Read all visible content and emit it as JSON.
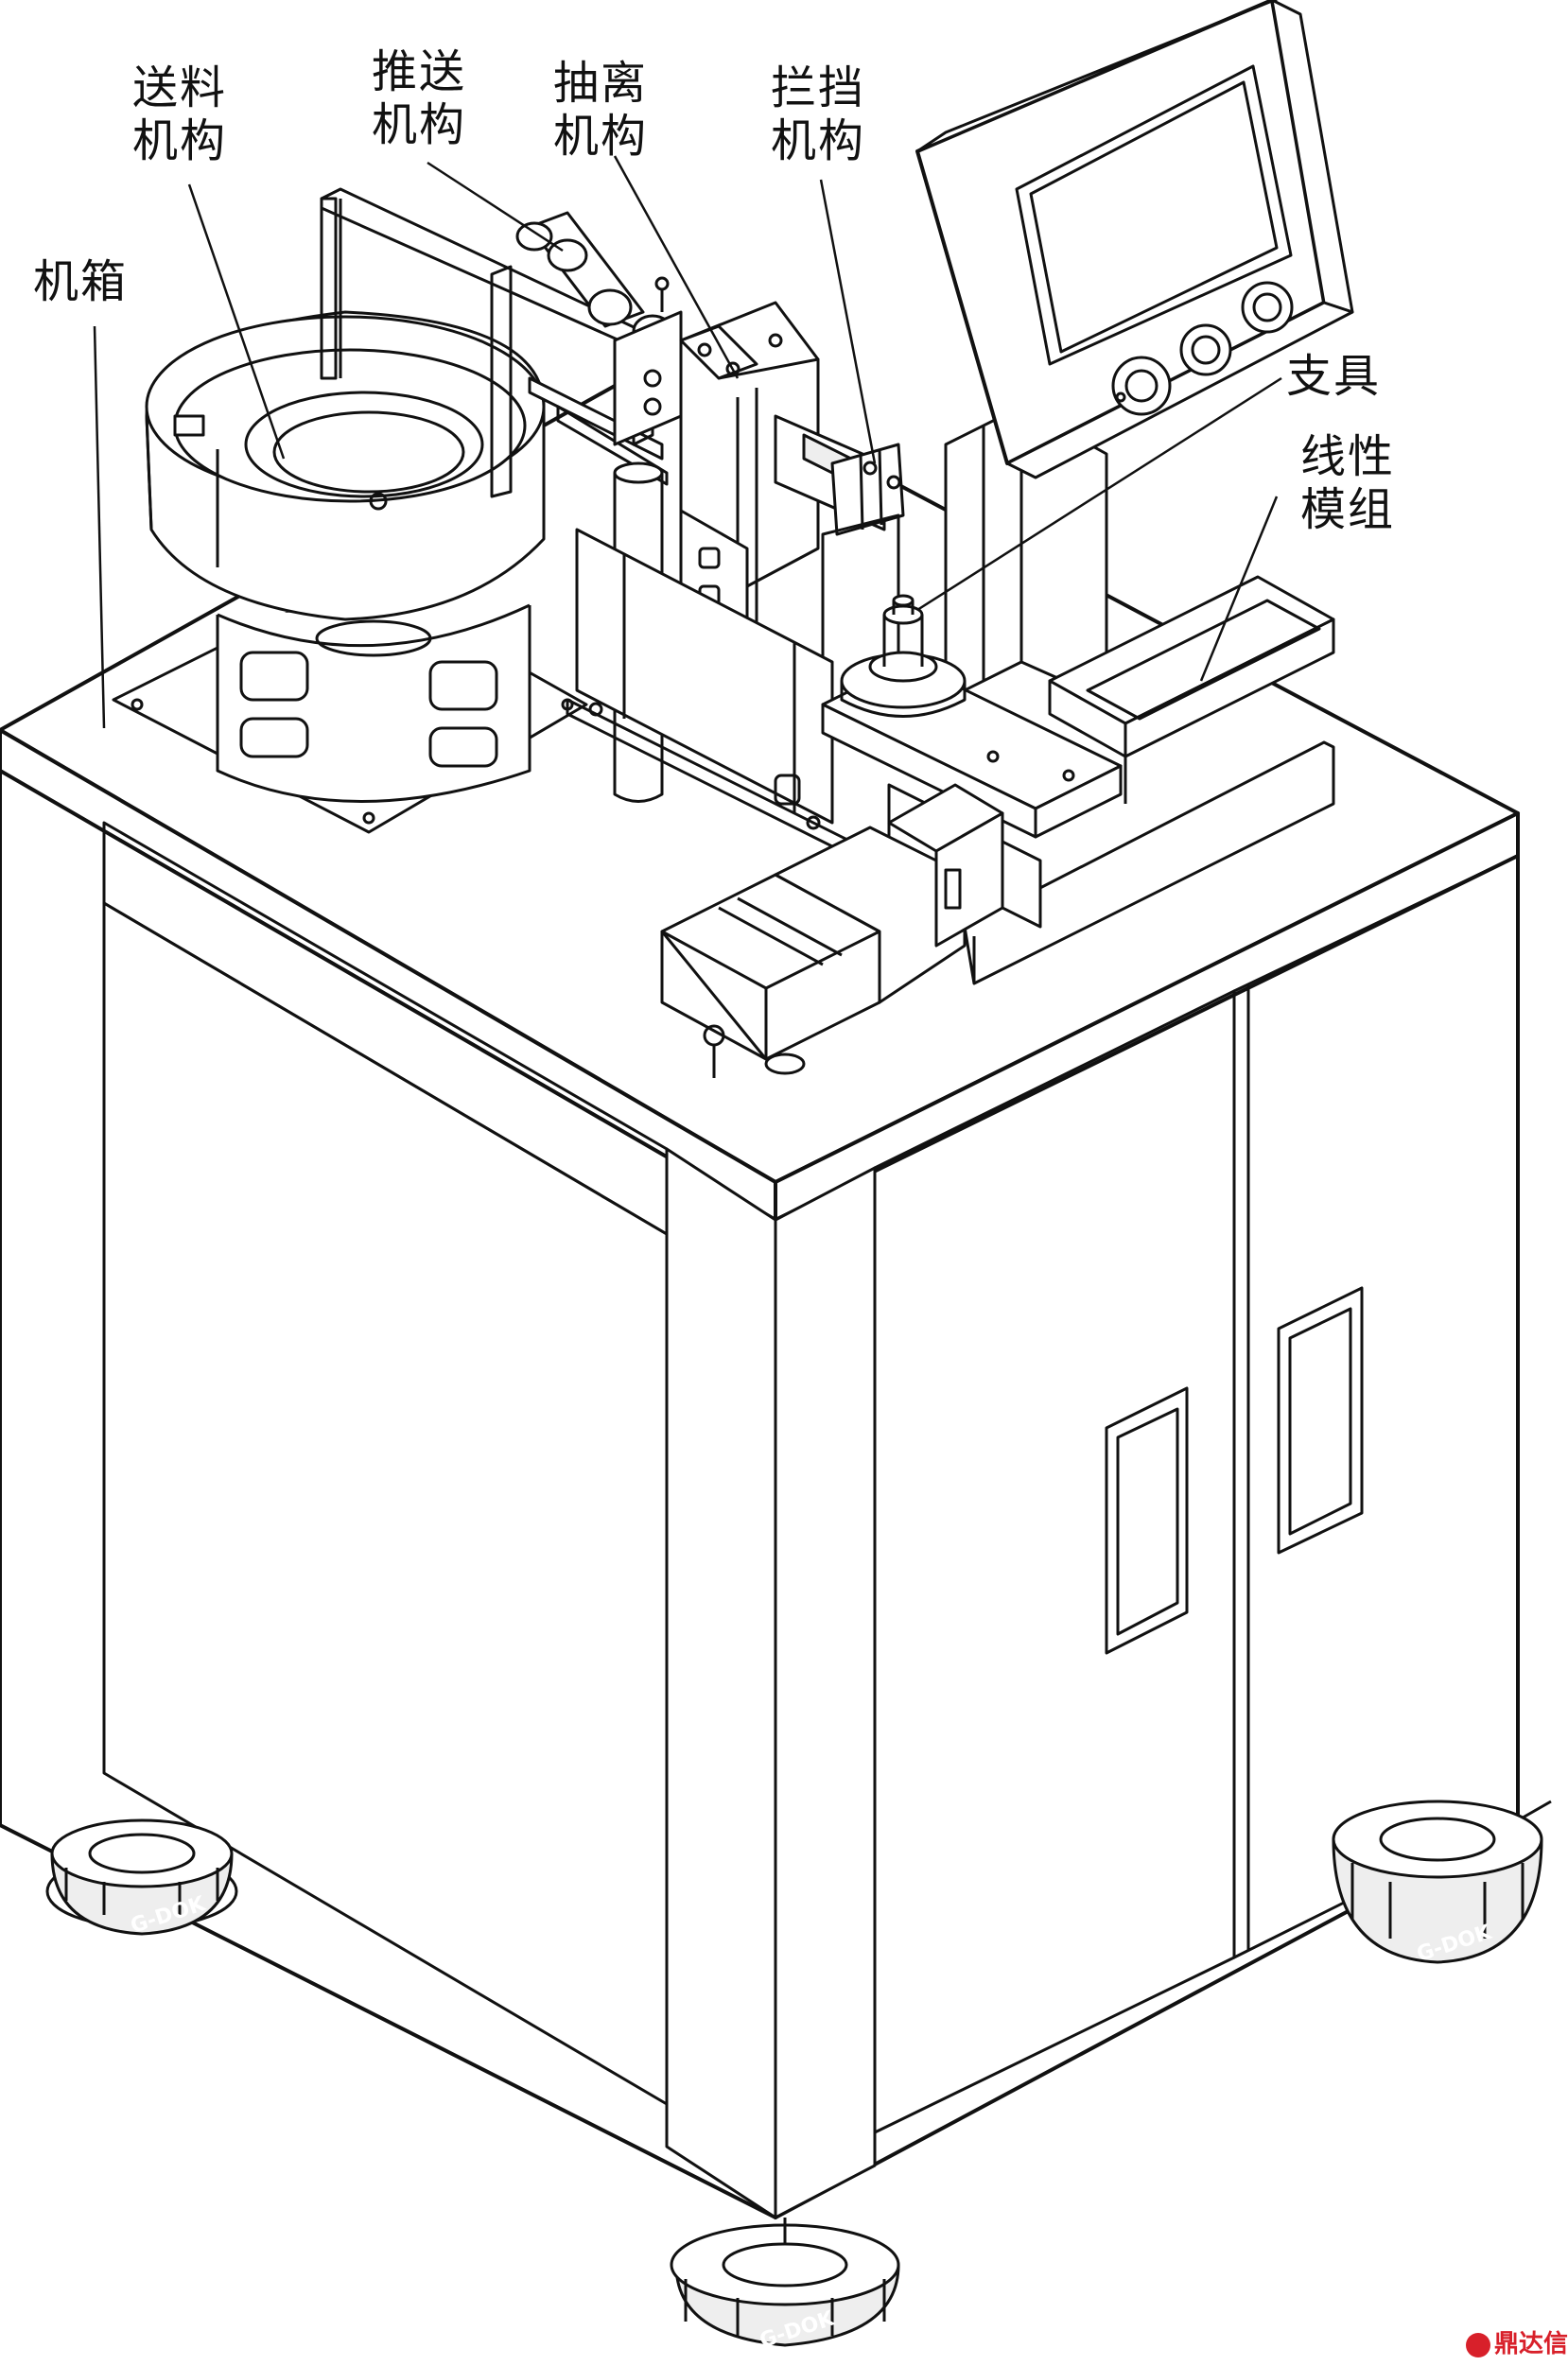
{
  "labels": {
    "feeding_mechanism": "送料\n机构",
    "pushing_mechanism": "推送\n机构",
    "extraction_mechanism": "抽离\n机构",
    "stopping_mechanism": "拦挡\n机构",
    "cabinet": "机箱",
    "fixture": "支具",
    "linear_module": "线性\n模组"
  },
  "brand_marks": {
    "foot_brand": "G-DOK",
    "watermark": "鼎达信"
  }
}
